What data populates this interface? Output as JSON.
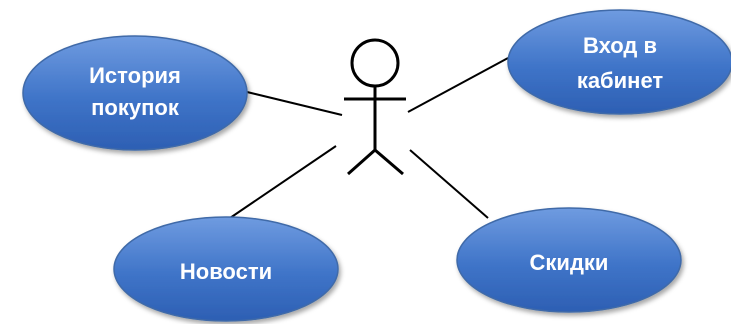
{
  "diagram": {
    "type": "use-case",
    "colors": {
      "ellipse_fill_top": "#6f9be0",
      "ellipse_fill_bottom": "#2d5fb3",
      "ellipse_border": "#3f6aa8",
      "label": "#ffffff",
      "lines": "#000000"
    },
    "actor": {
      "icon": "stick-figure-icon"
    },
    "use_cases": {
      "history": {
        "line1": "История",
        "line2": "покупок"
      },
      "login": {
        "line1": "Вход в",
        "line2": "кабинет"
      },
      "news": {
        "label": "Новости"
      },
      "discounts": {
        "label": "Скидки"
      }
    }
  }
}
